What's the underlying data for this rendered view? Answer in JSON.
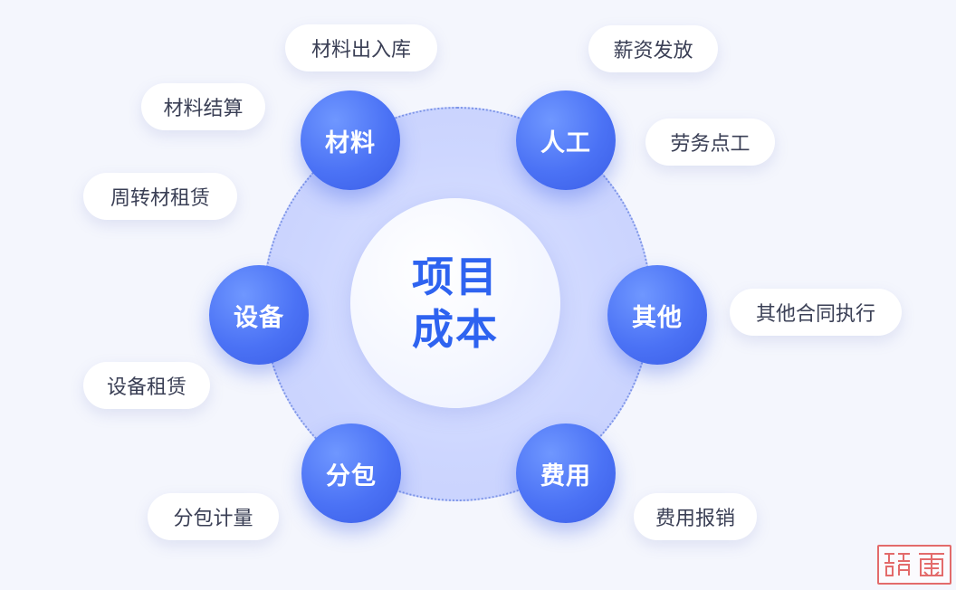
{
  "center": {
    "line1": "项目",
    "line2": "成本"
  },
  "nodes": {
    "material": "材料",
    "labor": "人工",
    "other": "其他",
    "expense": "费用",
    "subcontract": "分包",
    "equipment": "设备"
  },
  "tags": {
    "material_in_out": "材料出入库",
    "material_settlement": "材料结算",
    "turnover_rental": "周转材租赁",
    "salary": "薪资发放",
    "labor_piecework": "劳务点工",
    "other_contract": "其他合同执行",
    "expense_reimburse": "费用报销",
    "subcontract_measure": "分包计量",
    "equipment_rental": "设备租赁"
  },
  "colors": {
    "node": "#4b72f5",
    "center_text": "#2e63f0",
    "seal": "#e36b6b",
    "background": "#f4f6fd"
  },
  "icons": [
    "seal-watermark"
  ]
}
